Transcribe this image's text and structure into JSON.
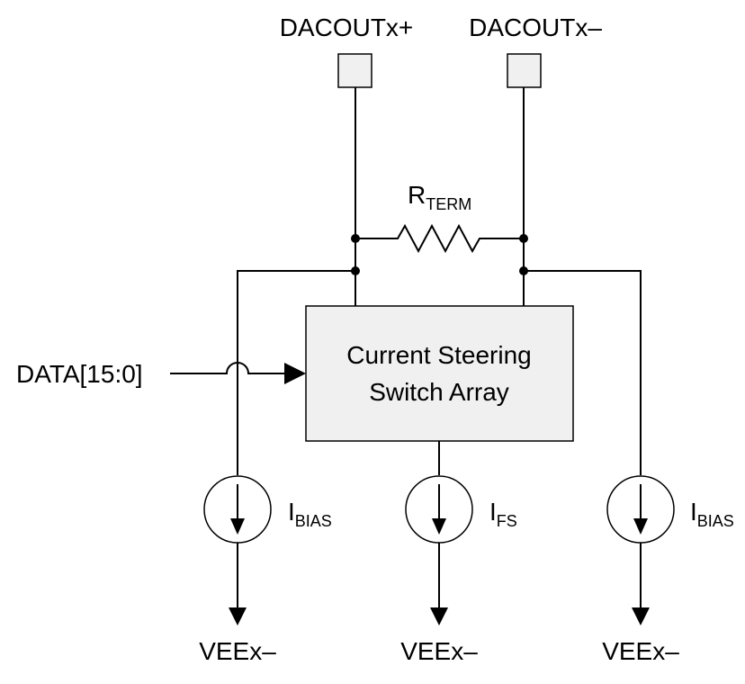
{
  "pins": {
    "out_pos": "DACOUTx+",
    "out_neg": "DACOUTx–",
    "data_in": "DATA[15:0]"
  },
  "resistor": {
    "base": "R",
    "sub": "TERM"
  },
  "block": {
    "line1": "Current Steering",
    "line2": "Switch Array"
  },
  "sources": [
    {
      "base": "I",
      "sub": "BIAS",
      "rail": "VEEx–"
    },
    {
      "base": "I",
      "sub": "FS",
      "rail": "VEEx–"
    },
    {
      "base": "I",
      "sub": "BIAS",
      "rail": "VEEx–"
    }
  ]
}
